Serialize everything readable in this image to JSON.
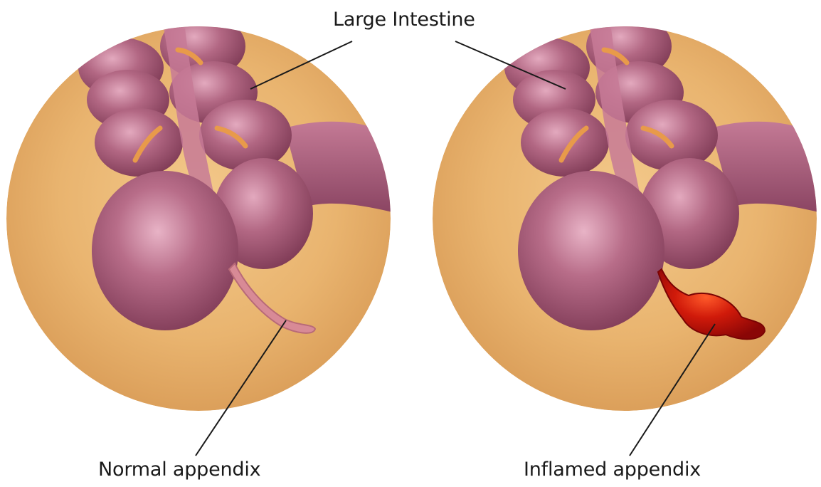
{
  "labels": {
    "large_intestine": "Large Intestine",
    "normal_appendix": "Normal appendix",
    "inflamed_appendix": "Inflamed appendix"
  },
  "colors": {
    "background": "#ffffff",
    "tissue_background": "#e8b06a",
    "colon": "#a85a78",
    "colon_highlight": "#d99ab2",
    "normal_appendix": "#d88a96",
    "inflamed_appendix": "#c81408",
    "leader_line": "#1a1a1a"
  }
}
